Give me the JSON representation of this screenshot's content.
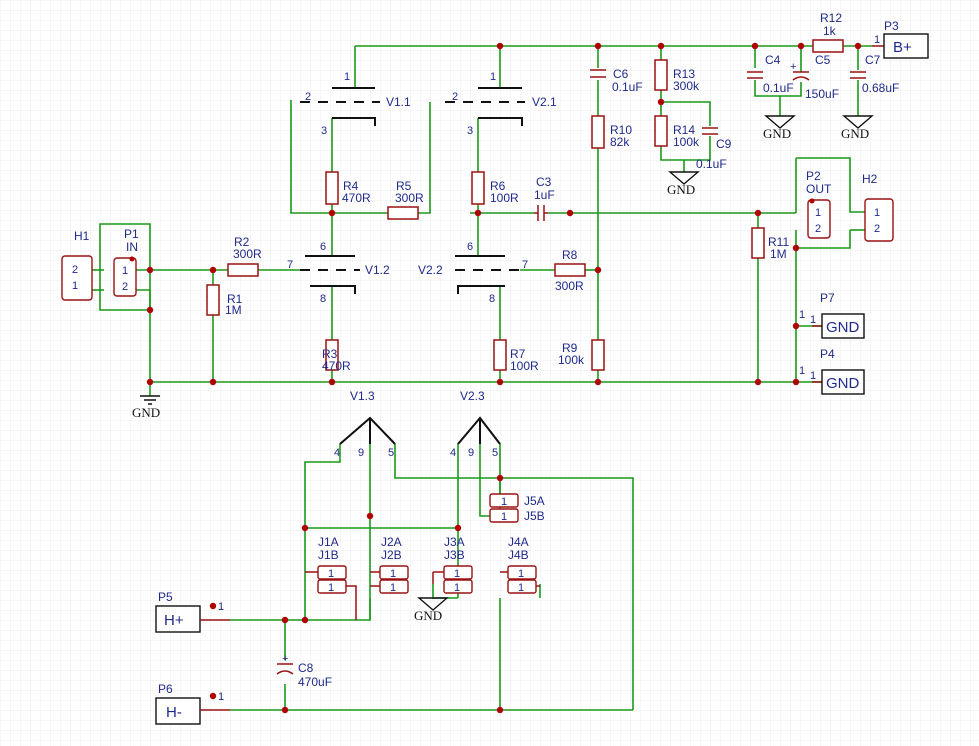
{
  "ports": {
    "bplus": "B+",
    "hplus": "H+",
    "hminus": "H-",
    "gnd_p7": "GND",
    "gnd_p4": "GND"
  },
  "refs": {
    "P1": "P1",
    "P1_name": "IN",
    "P2": "P2",
    "P2_name": "OUT",
    "P3": "P3",
    "P4": "P4",
    "P5": "P5",
    "P6": "P6",
    "P7": "P7",
    "H1": "H1",
    "H2": "H2",
    "V1_1": "V1.1",
    "V1_2": "V1.2",
    "V1_3": "V1.3",
    "V2_1": "V2.1",
    "V2_2": "V2.2",
    "V2_3": "V2.3",
    "J1A": "J1A",
    "J1B": "J1B",
    "J2A": "J2A",
    "J2B": "J2B",
    "J3A": "J3A",
    "J3B": "J3B",
    "J4A": "J4A",
    "J4B": "J4B",
    "J5A": "J5A",
    "J5B": "J5B"
  },
  "components": {
    "R1": {
      "ref": "R1",
      "value": "1M"
    },
    "R2": {
      "ref": "R2",
      "value": "300R"
    },
    "R3": {
      "ref": "R3",
      "value": "470R"
    },
    "R4": {
      "ref": "R4",
      "value": "470R"
    },
    "R5": {
      "ref": "R5",
      "value": "300R"
    },
    "R6": {
      "ref": "R6",
      "value": "100R"
    },
    "R7": {
      "ref": "R7",
      "value": "100R"
    },
    "R8": {
      "ref": "R8",
      "value": "300R"
    },
    "R9": {
      "ref": "R9",
      "value": "100k"
    },
    "R10": {
      "ref": "R10",
      "value": "82k"
    },
    "R11": {
      "ref": "R11",
      "value": "1M"
    },
    "R12": {
      "ref": "R12",
      "value": "1k"
    },
    "R13": {
      "ref": "R13",
      "value": "300k"
    },
    "R14": {
      "ref": "R14",
      "value": "100k"
    },
    "C3": {
      "ref": "C3",
      "value": "1uF"
    },
    "C4": {
      "ref": "C4",
      "value": "0.1uF"
    },
    "C5": {
      "ref": "C5",
      "value": "150uF"
    },
    "C6": {
      "ref": "C6",
      "value": "0.1uF"
    },
    "C7": {
      "ref": "C7",
      "value": "0.68uF"
    },
    "C8": {
      "ref": "C8",
      "value": "470uF"
    },
    "C9": {
      "ref": "C9",
      "value": "0.1uF"
    }
  },
  "gnd_labels": {
    "g_main": "GND",
    "g_c4": "GND",
    "g_c7": "GND",
    "g_r14": "GND",
    "g_j3": "GND"
  },
  "pins": {
    "one": "1",
    "two": "2",
    "three": "3",
    "four": "4",
    "five": "5",
    "six": "6",
    "seven": "7",
    "eight": "8",
    "nine": "9"
  },
  "colors": {
    "wire": "#1a9a1a",
    "component": "#9a1010",
    "junction": "#b00000",
    "label": "#1f2a8a",
    "tube": "#111111"
  }
}
